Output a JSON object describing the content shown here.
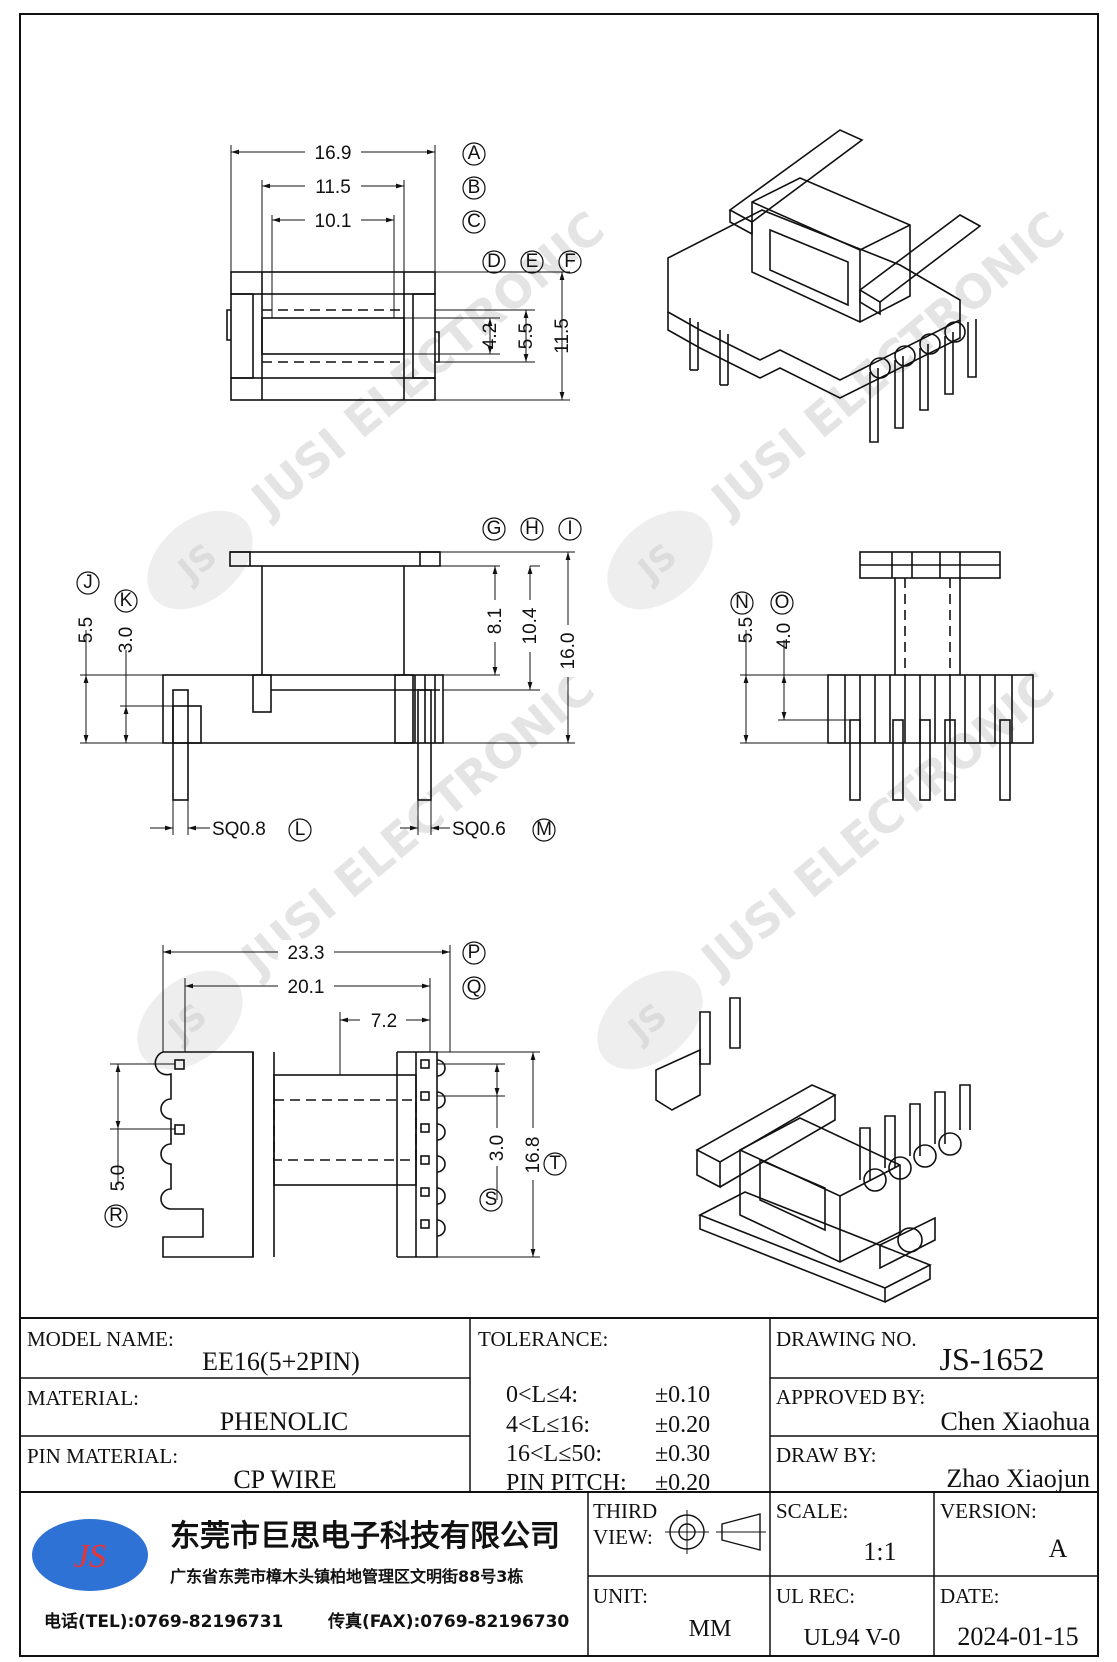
{
  "watermark": {
    "logo": "JS",
    "text": "JUSI ELECTRONIC"
  },
  "top_view": {
    "dims": [
      "16.9",
      "11.5",
      "10.1",
      "4.2",
      "5.5",
      "11.5"
    ],
    "callouts": [
      "A",
      "B",
      "C",
      "D",
      "E",
      "F"
    ]
  },
  "side_view": {
    "dims": [
      "5.5",
      "3.0",
      "8.1",
      "10.4",
      "16.0",
      "SQ0.8",
      "SQ0.6"
    ],
    "callouts": [
      "G",
      "H",
      "I",
      "J",
      "K",
      "L",
      "M"
    ]
  },
  "end_view": {
    "dims": [
      "5.5",
      "4.0"
    ],
    "callouts": [
      "N",
      "O"
    ]
  },
  "bottom_view": {
    "dims": [
      "23.3",
      "20.1",
      "7.2",
      "5.0",
      "3.0",
      "16.8"
    ],
    "callouts": [
      "P",
      "Q",
      "R",
      "S",
      "T"
    ]
  },
  "title_block": {
    "model_label": "MODEL NAME:",
    "model_value": "EE16(5+2PIN)",
    "material_label": "MATERIAL:",
    "material_value": "PHENOLIC",
    "pin_material_label": "PIN MATERIAL:",
    "pin_material_value": "CP WIRE",
    "tolerance_label": "TOLERANCE:",
    "tolerances": [
      {
        "range": "0<L≤4:",
        "value": "±0.10"
      },
      {
        "range": "4<L≤16:",
        "value": "±0.20"
      },
      {
        "range": "16<L≤50:",
        "value": "±0.30"
      },
      {
        "range": "PIN PITCH:",
        "value": "±0.20"
      }
    ],
    "drawing_no_label": "DRAWING NO.",
    "drawing_no_value": "JS-1652",
    "approved_label": "APPROVED BY:",
    "approved_value": "Chen Xiaohua",
    "drawn_label": "DRAW BY:",
    "drawn_value": "Zhao Xiaojun",
    "company_logo": "JS",
    "company_name": "东莞市巨思电子科技有限公司",
    "company_address": "广东省东莞市樟木头镇柏地管理区文明街88号3栋",
    "tel": "电话(TEL):0769-82196731",
    "fax": "传真(FAX):0769-82196730",
    "third_view_label_1": "THIRD",
    "third_view_label_2": "VIEW:",
    "unit_label": "UNIT:",
    "unit_value": "MM",
    "scale_label": "SCALE:",
    "scale_value": "1:1",
    "version_label": "VERSION:",
    "version_value": "A",
    "ul_label": "UL REC:",
    "ul_value": "UL94 V-0",
    "date_label": "DATE:",
    "date_value": "2024-01-15"
  }
}
